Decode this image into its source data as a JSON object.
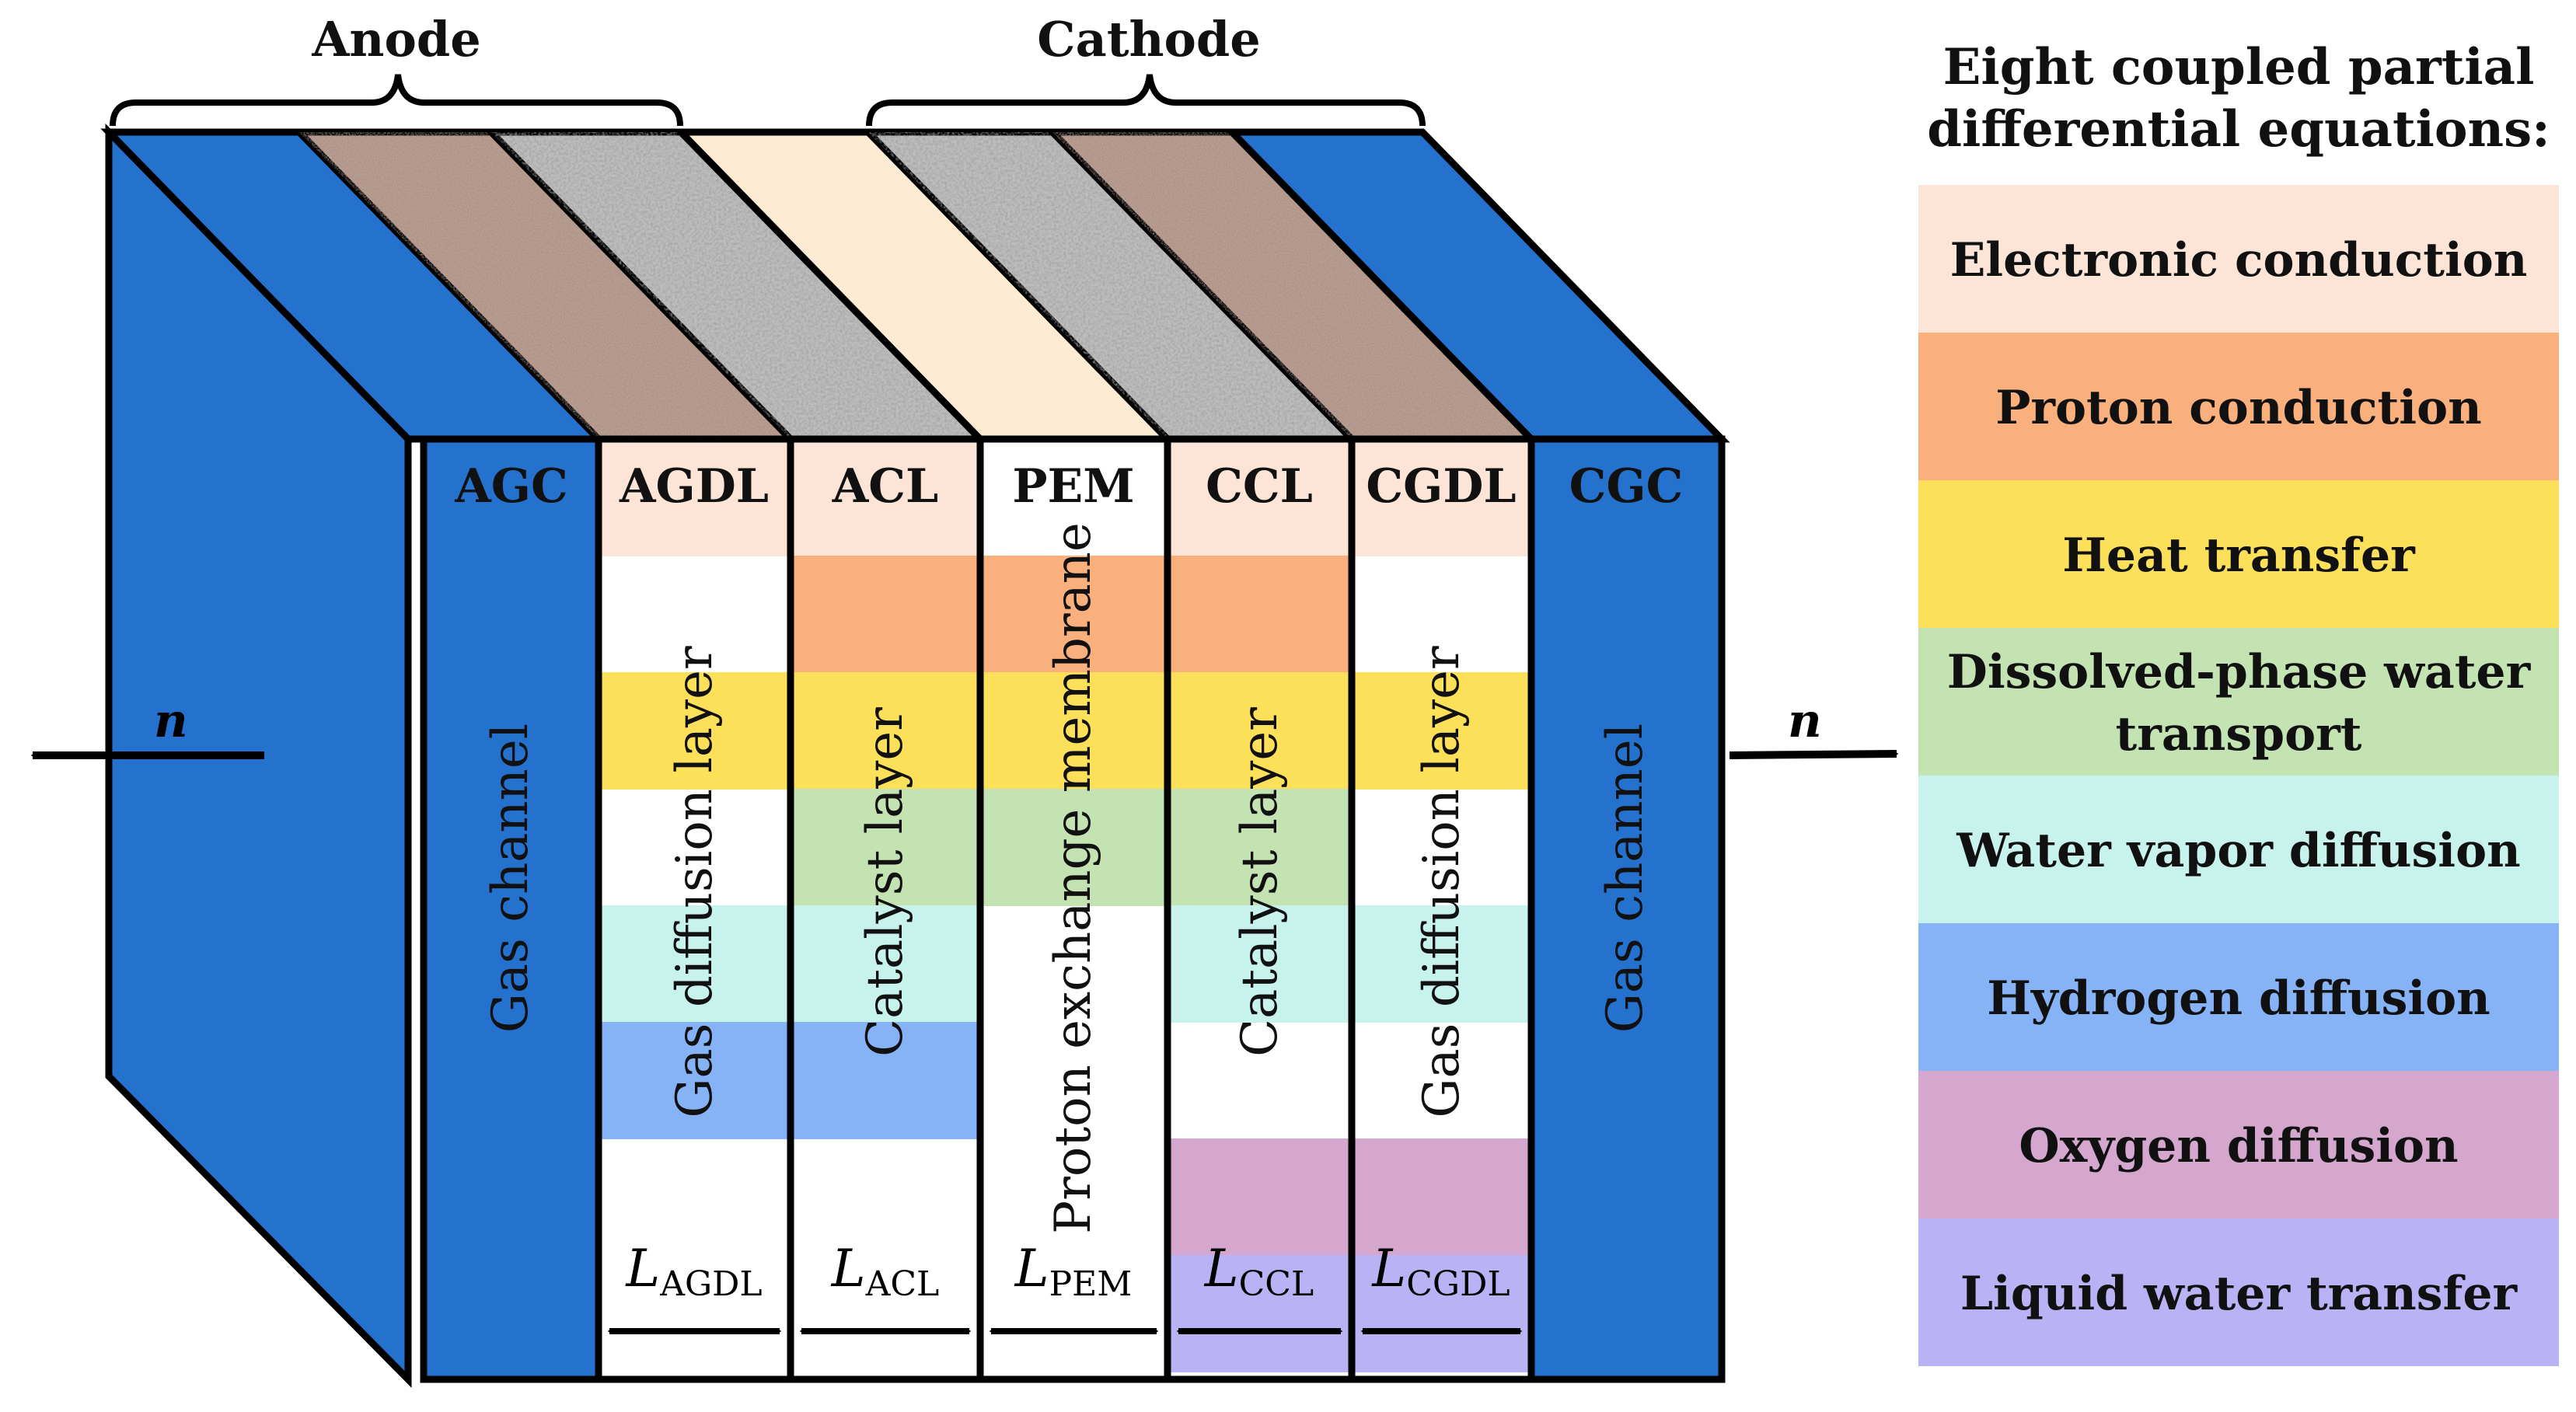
{
  "group_labels": {
    "anode": "Anode",
    "cathode": "Cathode"
  },
  "layers": [
    {
      "abbr": "AGC",
      "name": "Gas channel"
    },
    {
      "abbr": "AGDL",
      "name": "Gas diffusion layer"
    },
    {
      "abbr": "ACL",
      "name": "Catalyst layer"
    },
    {
      "abbr": "PEM",
      "name": "Proton exchange membrane"
    },
    {
      "abbr": "CCL",
      "name": "Catalyst layer"
    },
    {
      "abbr": "CGDL",
      "name": "Gas diffusion layer"
    },
    {
      "abbr": "CGC",
      "name": "Gas channel"
    }
  ],
  "thickness_labels": [
    {
      "symbol": "L",
      "sub": "AGDL"
    },
    {
      "symbol": "L",
      "sub": "ACL"
    },
    {
      "symbol": "L",
      "sub": "PEM"
    },
    {
      "symbol": "L",
      "sub": "CCL"
    },
    {
      "symbol": "L",
      "sub": "CGDL"
    }
  ],
  "normal_labels": {
    "left": "n",
    "right": "n"
  },
  "legend": {
    "title_line1": "Eight coupled partial",
    "title_line2": "differential equations:",
    "items": [
      {
        "lines": [
          "Electronic conduction"
        ],
        "color": "#FCE4D6"
      },
      {
        "lines": [
          "Proton conduction"
        ],
        "color": "#F9B07C"
      },
      {
        "lines": [
          "Heat transfer"
        ],
        "color": "#FCE05A"
      },
      {
        "lines": [
          "Dissolved-phase water",
          "transport"
        ],
        "color": "#C4E3B2"
      },
      {
        "lines": [
          "Water vapor diffusion"
        ],
        "color": "#C8F2EC"
      },
      {
        "lines": [
          "Hydrogen diffusion"
        ],
        "color": "#86B2F6"
      },
      {
        "lines": [
          "Oxygen diffusion"
        ],
        "color": "#D5A6CE"
      },
      {
        "lines": [
          "Liquid water transfer"
        ],
        "color": "#B9B3F5"
      }
    ]
  },
  "equation_coverage": {
    "AGDL": [
      "Electronic conduction",
      "Heat transfer",
      "Water vapor diffusion",
      "Hydrogen diffusion"
    ],
    "ACL": [
      "Electronic conduction",
      "Proton conduction",
      "Heat transfer",
      "Dissolved-phase water transport",
      "Water vapor diffusion",
      "Hydrogen diffusion"
    ],
    "PEM": [
      "Proton conduction",
      "Heat transfer",
      "Dissolved-phase water transport"
    ],
    "CCL": [
      "Electronic conduction",
      "Proton conduction",
      "Heat transfer",
      "Dissolved-phase water transport",
      "Water vapor diffusion",
      "Oxygen diffusion",
      "Liquid water transfer"
    ],
    "CGDL": [
      "Electronic conduction",
      "Heat transfer",
      "Water vapor diffusion",
      "Oxygen diffusion",
      "Liquid water transfer"
    ]
  },
  "colors": {
    "gas_channel": "#2472CE",
    "gdl_texture": "#A98B7E",
    "cl_texture": "#A7A7A7",
    "pem_top": "#FDEBD3",
    "outline": "#000000"
  }
}
